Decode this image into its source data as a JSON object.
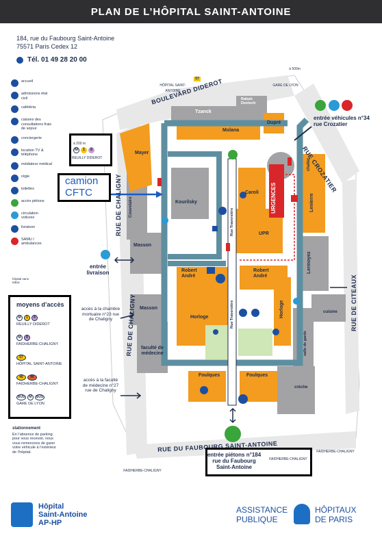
{
  "header": {
    "title": "PLAN DE L’HÔPITAL SAINT-ANTOINE"
  },
  "contact": {
    "address1": "184, rue du Faubourg Saint-Antoine",
    "address2": "75571 Paris Cedex 12",
    "phone": "Tél. 01 49 28 20 00"
  },
  "legend": [
    {
      "label": "accueil",
      "color": "#1d4fa0"
    },
    {
      "label": "admissions état civil",
      "color": "#1d4fa0"
    },
    {
      "label": "cafétéria",
      "color": "#1d4fa0"
    },
    {
      "label": "caisses des consultations frais de séjour",
      "color": "#1d4fa0"
    },
    {
      "label": "conciergerie",
      "color": "#1d4fa0"
    },
    {
      "label": "location TV & téléphone",
      "color": "#1d4fa0"
    },
    {
      "label": "médiateur médical",
      "color": "#1d4fa0"
    },
    {
      "label": "régie",
      "color": "#1d4fa0"
    },
    {
      "label": "toilettes",
      "color": "#1d4fa0"
    },
    {
      "label": "accès piétons",
      "color": "#3aa53a"
    },
    {
      "label": "circulation voitures",
      "color": "#2b9ad6"
    },
    {
      "label": "livraison",
      "color": "#1d4fa0"
    },
    {
      "label": "SAMU / ambulances",
      "color": "#d9262a"
    }
  ],
  "hospital_note": "hôpital sans tabac",
  "acces": {
    "title": "moyens d’accès",
    "items": [
      {
        "badges": [
          "M",
          "1",
          "8"
        ],
        "name": "REUILLY DIDEROT"
      },
      {
        "badges": [
          "M",
          "8"
        ],
        "name": "FAIDHERBE-CHALIGNY"
      },
      {
        "badges": [
          "57"
        ],
        "name": "HÔPITAL SAINT-ANTOINE"
      },
      {
        "badges": [
          "46",
          "86"
        ],
        "name": "FAIDHERBE-CHALIGNY"
      },
      {
        "badges": [
          "BUS",
          "M",
          "BUS"
        ],
        "name": "GARE DE LYON"
      }
    ]
  },
  "stationnement": {
    "title": "stationnement",
    "text": "En l’absence de parking pour vous recevoir, nous vous remercions de garer votre véhicule à l’extérieur de l’hôpital."
  },
  "streets": {
    "diderot": "BOULEVARD DIDEROT",
    "crozatier": "RUE CROZATIER",
    "chaligny1": "RUE DE CHALIGNY",
    "chaligny2": "RUE DE CHALIGNY",
    "citeaux": "RUE DE CITEAUX",
    "faubourg": "RUE DU FAUBOURG SAINT-ANTOINE"
  },
  "buildings": {
    "tzanck": "Tzanck",
    "rabah": "Rabah Deetsch",
    "dupre": "Dupré",
    "molana": "Molana",
    "mayer": "Mayer",
    "kourilsky": "Kourilsky",
    "couvelaire": "Couvelaire",
    "caroli": "Caroli",
    "urgences": "URGENCES",
    "chalier": "chalier",
    "lenierre": "Lenierre",
    "masson1": "Masson",
    "masson2": "Masson",
    "upr": "UPR",
    "robert_andre1": "Robert André",
    "robert_andre2": "Robert André",
    "lermoyez": "Lermoyez",
    "horloge1": "Horloge",
    "horloge2": "Horloge",
    "cuisine": "cuisine",
    "salle_de_garde": "salle de garde",
    "creche": "crèche",
    "fac": "faculté de médecine",
    "foulques1": "Foulques",
    "foulques2": "Foulques",
    "rue_traversiere1": "Rue Traversière",
    "rue_traversiere2": "Rue Traversière"
  },
  "entrances": {
    "vehicules": "entrée véhicules n°34 rue Crozatier",
    "livraison": "entrée livraison",
    "mortuaire": "accès à la chambre mortuaire n°23 rue de Chaligny",
    "fac": "accès à la faculté de médecine n°27 rue de Chaligny",
    "pietons": "entrée piétons n°184 rue du Faubourg Saint-Antoine"
  },
  "stops": {
    "reuilly": "REUILLY DIDEROT",
    "reuilly_dist": "à 200 m",
    "hsa": "HÔPITAL SAINT-ANTOINE",
    "bus57": "57",
    "gare": "GARE DE LYON",
    "gare_dist": "à 500m",
    "faidherbe1": "FAIDHERBE-CHALIGNY",
    "faidherbe2": "FAIDHERBE-CHALIGNY",
    "faidherbe3": "FAIDHERBE-CHALIGNY"
  },
  "camion": "camion CFTC",
  "footer": {
    "left1": "Hôpital",
    "left2": "Saint-Antoine",
    "left3": "AP-HP",
    "right1": "ASSISTANCE",
    "right2": "PUBLIQUE",
    "right3": "HÔPITAUX",
    "right4": "DE PARIS"
  },
  "colors": {
    "building": "#f39c1f",
    "road": "#5e8fa0",
    "grey": "#a3a3a5",
    "navy": "#1d2b4a",
    "red": "#d9262a",
    "green": "#3aa53a"
  }
}
